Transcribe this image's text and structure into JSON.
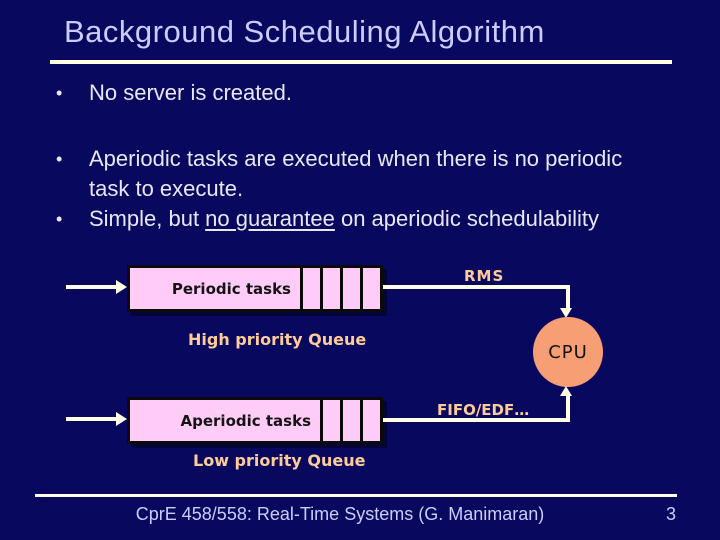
{
  "slide": {
    "title": "Background Scheduling Algorithm",
    "bullet_glyph": "•",
    "bullet1": "No server is created.",
    "bullet2": "Aperiodic tasks are executed when there is no periodic\ntask to execute.",
    "bullet3_pre": "Simple, but ",
    "bullet3_underlined": "no guarantee",
    "bullet3_post": " on aperiodic schedulability"
  },
  "diagram": {
    "periodic_queue": {
      "label": "Periodic tasks",
      "slots": 4,
      "policy_label": "RMS",
      "caption": "High priority Queue"
    },
    "aperiodic_queue": {
      "label": "Aperiodic tasks",
      "slots": 3,
      "policy_label": "FIFO/EDF…",
      "caption": "Low priority Queue"
    },
    "cpu_label": "CPU"
  },
  "footer": {
    "course": "CprE 458/558: Real-Time Systems (G. Manimaran)",
    "page_number": "3"
  },
  "colors": {
    "background": "#08085E",
    "title_text": "#CCCCFF",
    "body_text": "#E8E8F5",
    "divider": "#FFFFE6",
    "queue_fill": "#FFCCF7",
    "cpu_fill": "#F89E75",
    "peach_label": "#FFCC99"
  }
}
